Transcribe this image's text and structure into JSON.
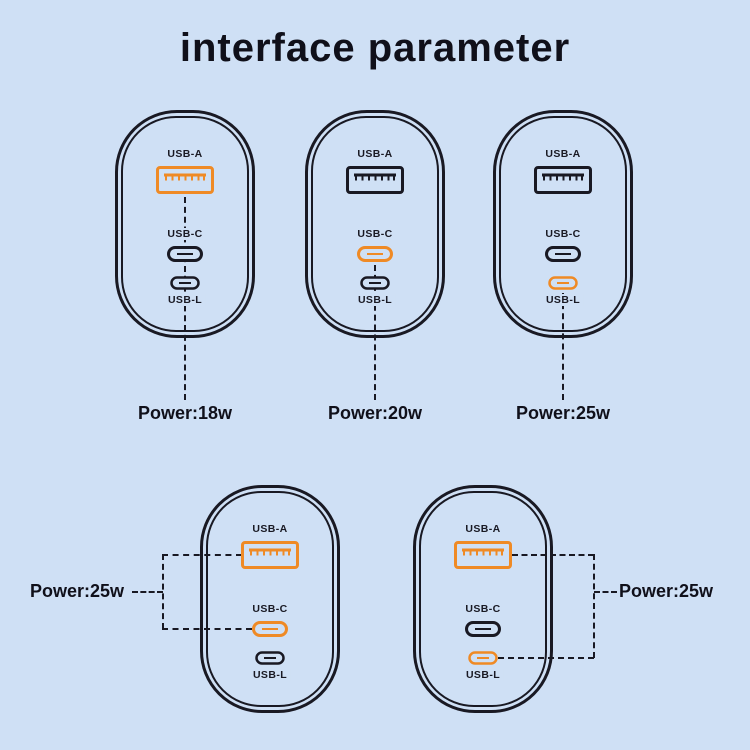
{
  "title": "interface parameter",
  "colors": {
    "background": "#cfe0f5",
    "outline": "#191923",
    "accent_orange": "#ef8a25",
    "text": "#10101a"
  },
  "chargers": [
    {
      "usb_a_label": "USB-A",
      "usb_c_label": "USB-C",
      "usb_l_label": "USB-L",
      "power_label": "Power:18w",
      "highlighted_ports": [
        "usb-a"
      ]
    },
    {
      "usb_a_label": "USB-A",
      "usb_c_label": "USB-C",
      "usb_l_label": "USB-L",
      "power_label": "Power:20w",
      "highlighted_ports": [
        "usb-c"
      ]
    },
    {
      "usb_a_label": "USB-A",
      "usb_c_label": "USB-C",
      "usb_l_label": "USB-L",
      "power_label": "Power:25w",
      "highlighted_ports": [
        "usb-l"
      ]
    },
    {
      "usb_a_label": "USB-A",
      "usb_c_label": "USB-C",
      "usb_l_label": "USB-L",
      "power_label": "Power:25w",
      "highlighted_ports": [
        "usb-a",
        "usb-c"
      ]
    },
    {
      "usb_a_label": "USB-A",
      "usb_c_label": "USB-C",
      "usb_l_label": "USB-L",
      "power_label": "Power:25w",
      "highlighted_ports": [
        "usb-a",
        "usb-l"
      ]
    }
  ]
}
